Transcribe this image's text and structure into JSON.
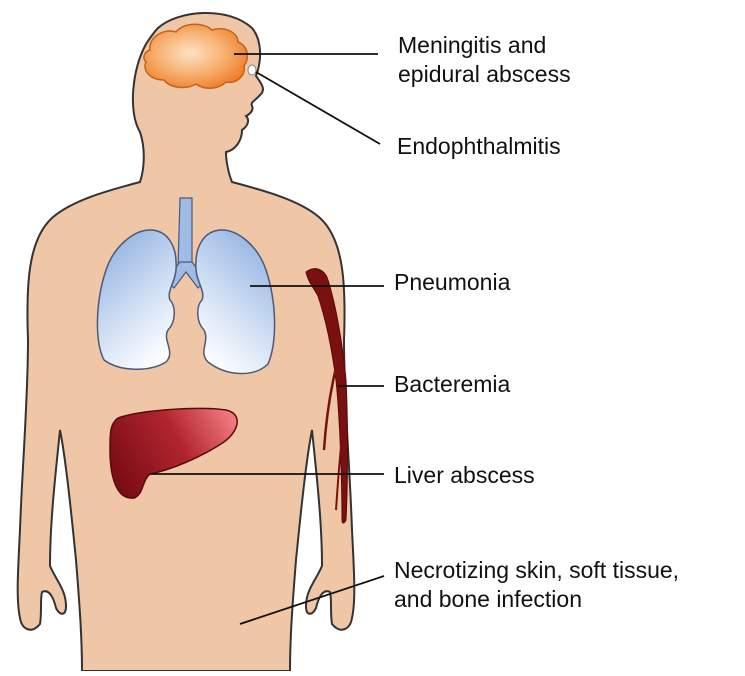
{
  "labels": {
    "meningitis": {
      "line1": "Meningitis and",
      "line2": "epidural abscess"
    },
    "endophthalmitis": "Endophthalmitis",
    "pneumonia": "Pneumonia",
    "bacteremia": "Bacteremia",
    "liver_abscess": "Liver abscess",
    "necrotizing": {
      "line1": "Necrotizing skin, soft tissue,",
      "line2": "and bone infection"
    }
  },
  "colors": {
    "skin": "#f0c7a6",
    "outline": "#333333",
    "brain": "#f5a25a",
    "lungs": "#9fbbe6",
    "liver": "#9a1a22",
    "vessel": "#7a1010"
  }
}
